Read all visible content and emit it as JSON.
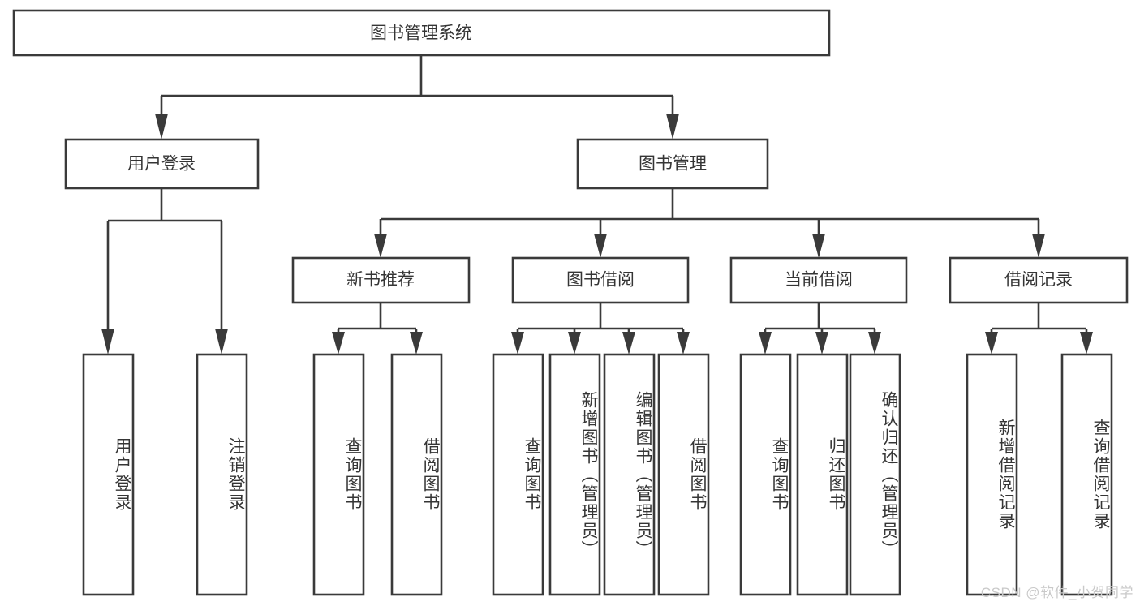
{
  "diagram": {
    "type": "tree-flowchart",
    "title_node": {
      "label": "图书管理系统"
    },
    "level2": [
      {
        "id": "user-login",
        "label": "用户登录"
      },
      {
        "id": "book-management",
        "label": "图书管理"
      }
    ],
    "level3": [
      {
        "id": "new-book-recommend",
        "label": "新书推荐"
      },
      {
        "id": "book-borrow",
        "label": "图书借阅"
      },
      {
        "id": "current-borrow",
        "label": "当前借阅"
      },
      {
        "id": "borrow-record",
        "label": "借阅记录"
      }
    ],
    "leaves": {
      "user_login": [
        {
          "id": "leaf-user-login",
          "label": "用户登录"
        },
        {
          "id": "leaf-logout-login",
          "label": "注销登录"
        }
      ],
      "new_book_recommend": [
        {
          "id": "leaf-query-book-1",
          "label": "查询图书"
        },
        {
          "id": "leaf-borrow-book-1",
          "label": "借阅图书"
        }
      ],
      "book_borrow": [
        {
          "id": "leaf-query-book-2",
          "label": "查询图书"
        },
        {
          "id": "leaf-add-book",
          "label": "新增图书（管理员）"
        },
        {
          "id": "leaf-edit-book",
          "label": "编辑图书（管理员）"
        },
        {
          "id": "leaf-borrow-book-2",
          "label": "借阅图书"
        }
      ],
      "current_borrow": [
        {
          "id": "leaf-query-book-3",
          "label": "查询图书"
        },
        {
          "id": "leaf-return-book",
          "label": "归还图书"
        },
        {
          "id": "leaf-confirm-return",
          "label": "确认归还（管理员）"
        }
      ],
      "borrow_record": [
        {
          "id": "leaf-add-record",
          "label": "新增借阅记录"
        },
        {
          "id": "leaf-query-record",
          "label": "查询借阅记录"
        }
      ]
    }
  },
  "watermark": {
    "text": "CSDN @软件_小贺同学"
  },
  "colors": {
    "stroke": "#3a3a3a",
    "box_fill": "#ffffff",
    "text": "#353535",
    "watermark": "#c9c9c9",
    "background": "#ffffff"
  }
}
